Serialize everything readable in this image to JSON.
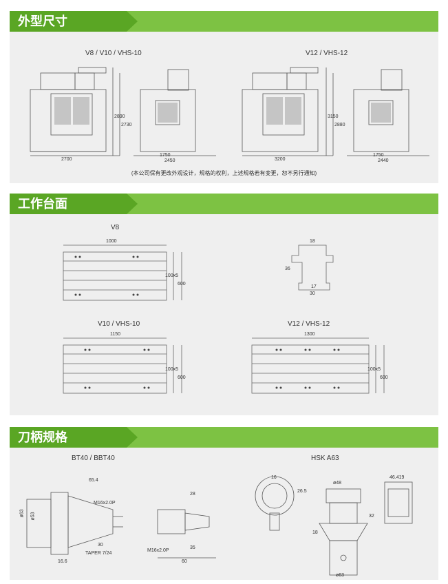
{
  "sections": {
    "dimensions": {
      "title": "外型尺寸",
      "left_caption": "V8 / V10 / VHS-10",
      "right_caption": "V12 / VHS-12",
      "note": "(本公司保有更改外观设计，规格的权利，上述规格若有变更，恕不另行通知)",
      "left_dims": {
        "w1": "2700",
        "w2": "1750",
        "w3": "2450",
        "h1": "2890",
        "h2": "2730"
      },
      "right_dims": {
        "w1": "3200",
        "w2": "1750",
        "w3": "2440",
        "h1": "3150",
        "h2": "2880"
      }
    },
    "table": {
      "title": "工作台面",
      "v8_caption": "V8",
      "v10_caption": "V10 / VHS-10",
      "v12_caption": "V12 / VHS-12",
      "v8_len": "1000",
      "v8_h": "600",
      "v8_slot": "100x5",
      "v10_len": "1150",
      "v10_h": "600",
      "v10_slot": "100x5",
      "v12_len": "1300",
      "v12_h": "600",
      "v12_slot": "100x5",
      "tslot": {
        "a": "18",
        "b": "36",
        "c": "17",
        "d": "30"
      }
    },
    "tool": {
      "title": "刀柄规格",
      "left_caption": "BT40 / BBT40",
      "right_caption": "HSK A63",
      "bt": {
        "d63": "ø63",
        "d53": "ø53",
        "taper": "TAPER 7/24",
        "m16": "M16x2.0P",
        "l65": "65.4",
        "l166": "16.6",
        "l30": "30",
        "l60": "60",
        "l35": "35",
        "l28": "28"
      },
      "hsk": {
        "d48": "ø48",
        "d63": "ø63",
        "l46": "46.419",
        "l26": "26.5",
        "l32": "32",
        "l18": "18",
        "l16": "16"
      }
    }
  }
}
